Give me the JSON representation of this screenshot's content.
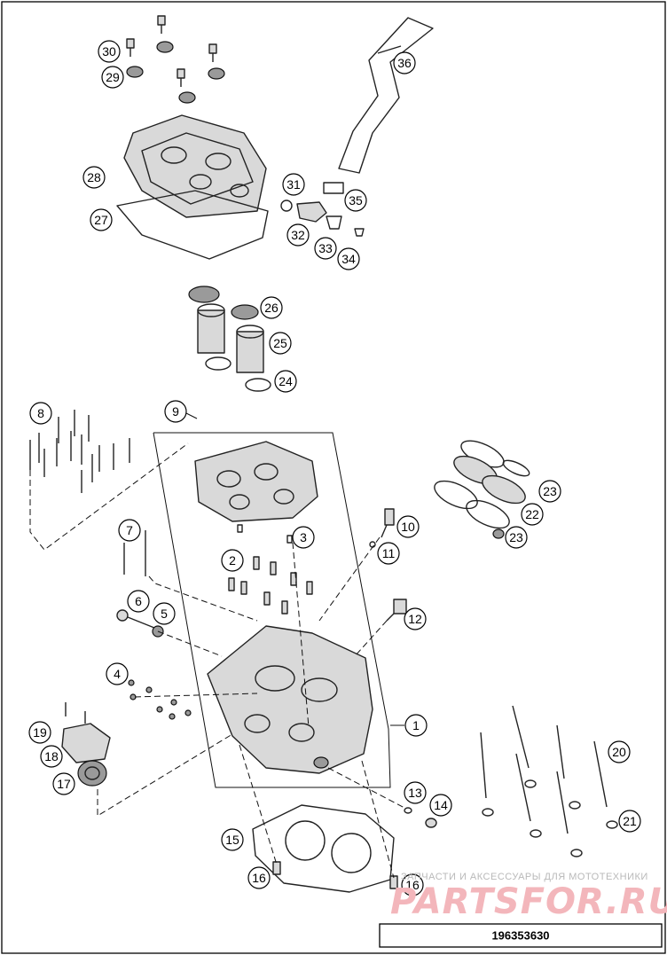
{
  "drawing_number": "196353630",
  "watermark": {
    "tagline": "ЗАПЧАСТИ И АКСЕССУАРЫ ДЛЯ МОТОТЕХНИКИ",
    "brand": "PARTSFOR.RU"
  },
  "callouts": [
    {
      "id": "c1",
      "label": "1"
    },
    {
      "id": "c2",
      "label": "2"
    },
    {
      "id": "c3",
      "label": "3"
    },
    {
      "id": "c4",
      "label": "4"
    },
    {
      "id": "c5",
      "label": "5"
    },
    {
      "id": "c6",
      "label": "6"
    },
    {
      "id": "c7",
      "label": "7"
    },
    {
      "id": "c8",
      "label": "8"
    },
    {
      "id": "c9",
      "label": "9"
    },
    {
      "id": "c10",
      "label": "10"
    },
    {
      "id": "c11",
      "label": "11"
    },
    {
      "id": "c12",
      "label": "12"
    },
    {
      "id": "c13",
      "label": "13"
    },
    {
      "id": "c14",
      "label": "14"
    },
    {
      "id": "c15",
      "label": "15"
    },
    {
      "id": "c16a",
      "label": "16"
    },
    {
      "id": "c16b",
      "label": "16"
    },
    {
      "id": "c17",
      "label": "17"
    },
    {
      "id": "c18",
      "label": "18"
    },
    {
      "id": "c19",
      "label": "19"
    },
    {
      "id": "c20",
      "label": "20"
    },
    {
      "id": "c21",
      "label": "21"
    },
    {
      "id": "c22",
      "label": "22"
    },
    {
      "id": "c23a",
      "label": "23"
    },
    {
      "id": "c23b",
      "label": "23"
    },
    {
      "id": "c24",
      "label": "24"
    },
    {
      "id": "c25",
      "label": "25"
    },
    {
      "id": "c26",
      "label": "26"
    },
    {
      "id": "c27",
      "label": "27"
    },
    {
      "id": "c28",
      "label": "28"
    },
    {
      "id": "c29",
      "label": "29"
    },
    {
      "id": "c30",
      "label": "30"
    },
    {
      "id": "c31",
      "label": "31"
    },
    {
      "id": "c32",
      "label": "32"
    },
    {
      "id": "c33",
      "label": "33"
    },
    {
      "id": "c34",
      "label": "34"
    },
    {
      "id": "c35",
      "label": "35"
    },
    {
      "id": "c36",
      "label": "36"
    }
  ]
}
